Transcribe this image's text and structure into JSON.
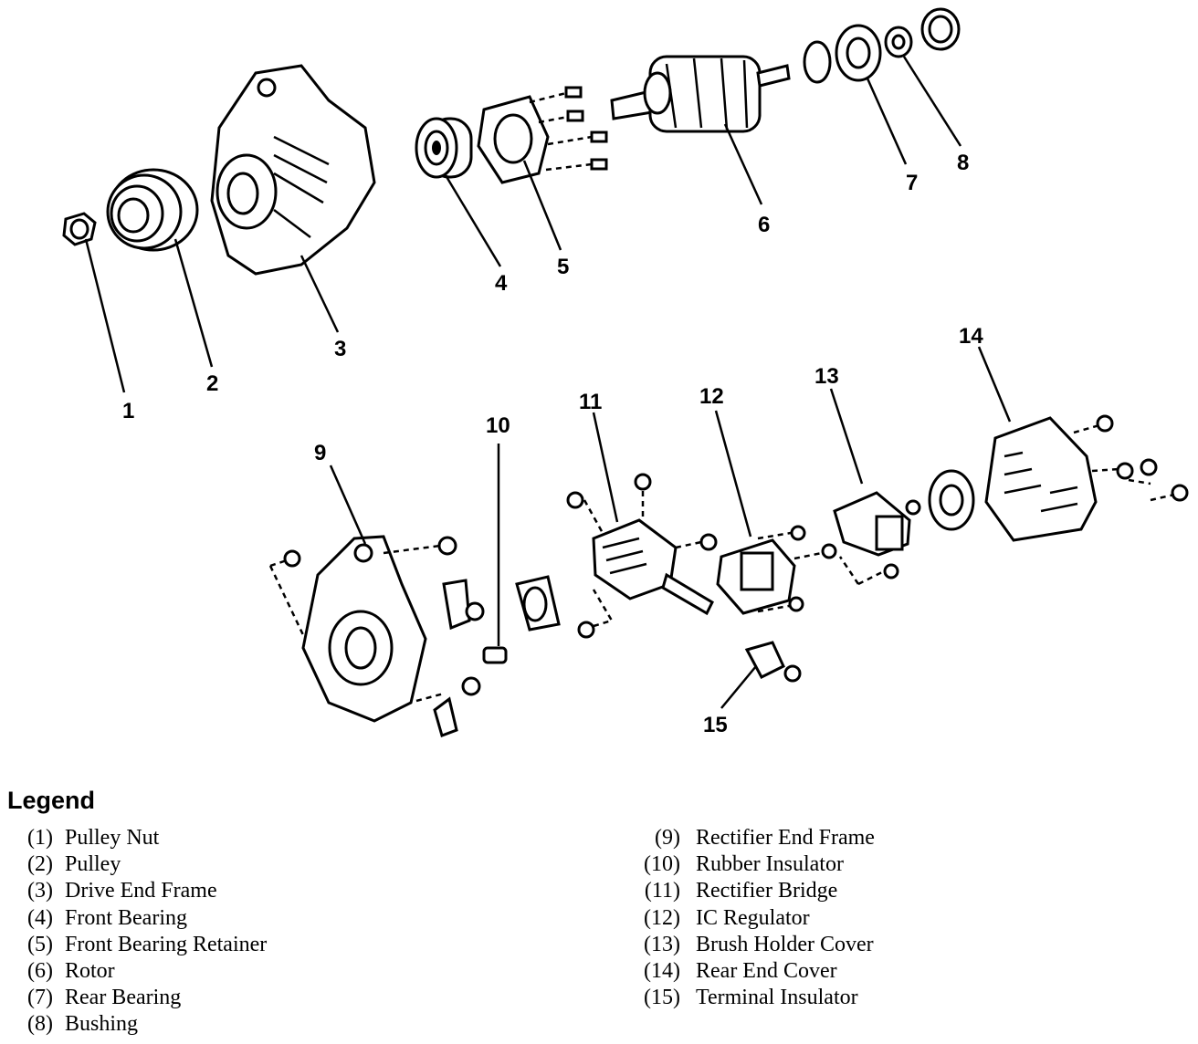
{
  "callouts": [
    "1",
    "2",
    "3",
    "4",
    "5",
    "6",
    "7",
    "8",
    "9",
    "10",
    "11",
    "12",
    "13",
    "14",
    "15"
  ],
  "legend": {
    "title": "Legend",
    "left": [
      {
        "num": "(1)",
        "label": "Pulley Nut"
      },
      {
        "num": "(2)",
        "label": "Pulley"
      },
      {
        "num": "(3)",
        "label": "Drive End Frame"
      },
      {
        "num": "(4)",
        "label": "Front Bearing"
      },
      {
        "num": "(5)",
        "label": "Front Bearing Retainer"
      },
      {
        "num": "(6)",
        "label": "Rotor"
      },
      {
        "num": "(7)",
        "label": "Rear Bearing"
      },
      {
        "num": "(8)",
        "label": "Bushing"
      }
    ],
    "right": [
      {
        "num": "(9)",
        "label": "Rectifier End Frame"
      },
      {
        "num": "(10)",
        "label": "Rubber Insulator"
      },
      {
        "num": "(11)",
        "label": "Rectifier Bridge"
      },
      {
        "num": "(12)",
        "label": "IC Regulator"
      },
      {
        "num": "(13)",
        "label": "Brush Holder Cover"
      },
      {
        "num": "(14)",
        "label": "Rear End Cover"
      },
      {
        "num": "(15)",
        "label": "Terminal Insulator"
      }
    ]
  }
}
